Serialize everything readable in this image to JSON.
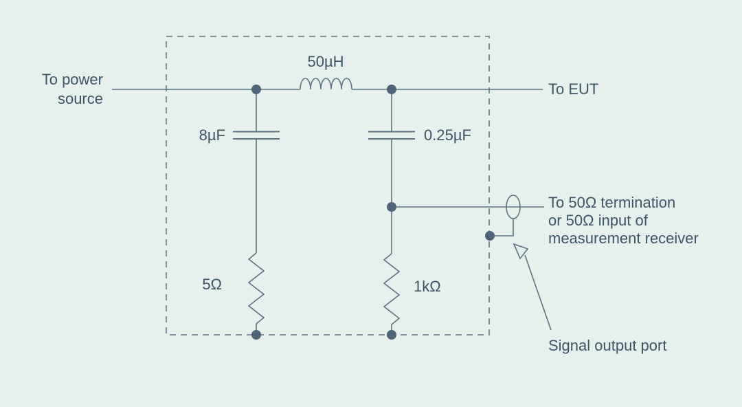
{
  "diagram": {
    "kind": "circuit-schematic",
    "labels": {
      "power_source": "To power source",
      "eut": "To EUT",
      "termination_lines": [
        "To 50Ω termination",
        "or 50Ω input of",
        "measurement receiver"
      ],
      "signal_output": "Signal output port"
    },
    "components": {
      "inductor": {
        "value": "50µH"
      },
      "capacitor_left": {
        "value": "8µF"
      },
      "capacitor_right": {
        "value": "0.25µF"
      },
      "resistor_left": {
        "value": "5Ω"
      },
      "resistor_right": {
        "value": "1kΩ"
      }
    },
    "icons": {
      "output_connector": "coax-connector-icon",
      "pointer": "arrow-icon"
    },
    "colors": {
      "background": "#e6f1ed",
      "line": "#5c7283",
      "dot": "#4e6477",
      "text": "#3e5568"
    }
  }
}
